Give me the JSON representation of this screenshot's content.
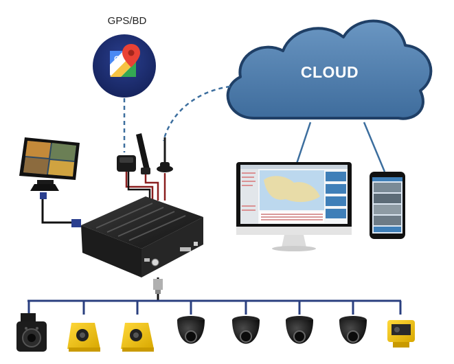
{
  "labels": {
    "gps": "GPS/BD",
    "cloud": "CLOUD"
  },
  "colors": {
    "cloud_fill": "#4f7fae",
    "cloud_stroke": "#1f3f66",
    "dashed_link": "#3c6e9e",
    "wire_red": "#8a1e1e",
    "wire_black": "#111111",
    "camera_yellow": "#f0c419",
    "camera_black": "#1a1a1a"
  },
  "icons": {
    "gps": "google-maps-icon",
    "cloud": "cloud-icon",
    "monitor": "car-monitor-icon",
    "dvr": "mobile-dvr-icon",
    "gps_antenna": "gps-antenna-icon",
    "antenna_4g": "4g-antenna-icon",
    "antenna_wifi": "wifi-antenna-icon",
    "desktop": "desktop-monitor-icon",
    "phone": "smartphone-icon"
  },
  "cameras": [
    {
      "type": "square-black",
      "icon": "square-camera-icon"
    },
    {
      "type": "side-yellow",
      "icon": "side-camera-icon"
    },
    {
      "type": "side-yellow",
      "icon": "side-camera-icon"
    },
    {
      "type": "dome-black",
      "icon": "dome-camera-icon"
    },
    {
      "type": "dome-black",
      "icon": "dome-camera-icon"
    },
    {
      "type": "dome-black",
      "icon": "dome-camera-icon"
    },
    {
      "type": "dome-black",
      "icon": "dome-camera-icon"
    },
    {
      "type": "rear-yellow",
      "icon": "rear-camera-icon"
    }
  ]
}
